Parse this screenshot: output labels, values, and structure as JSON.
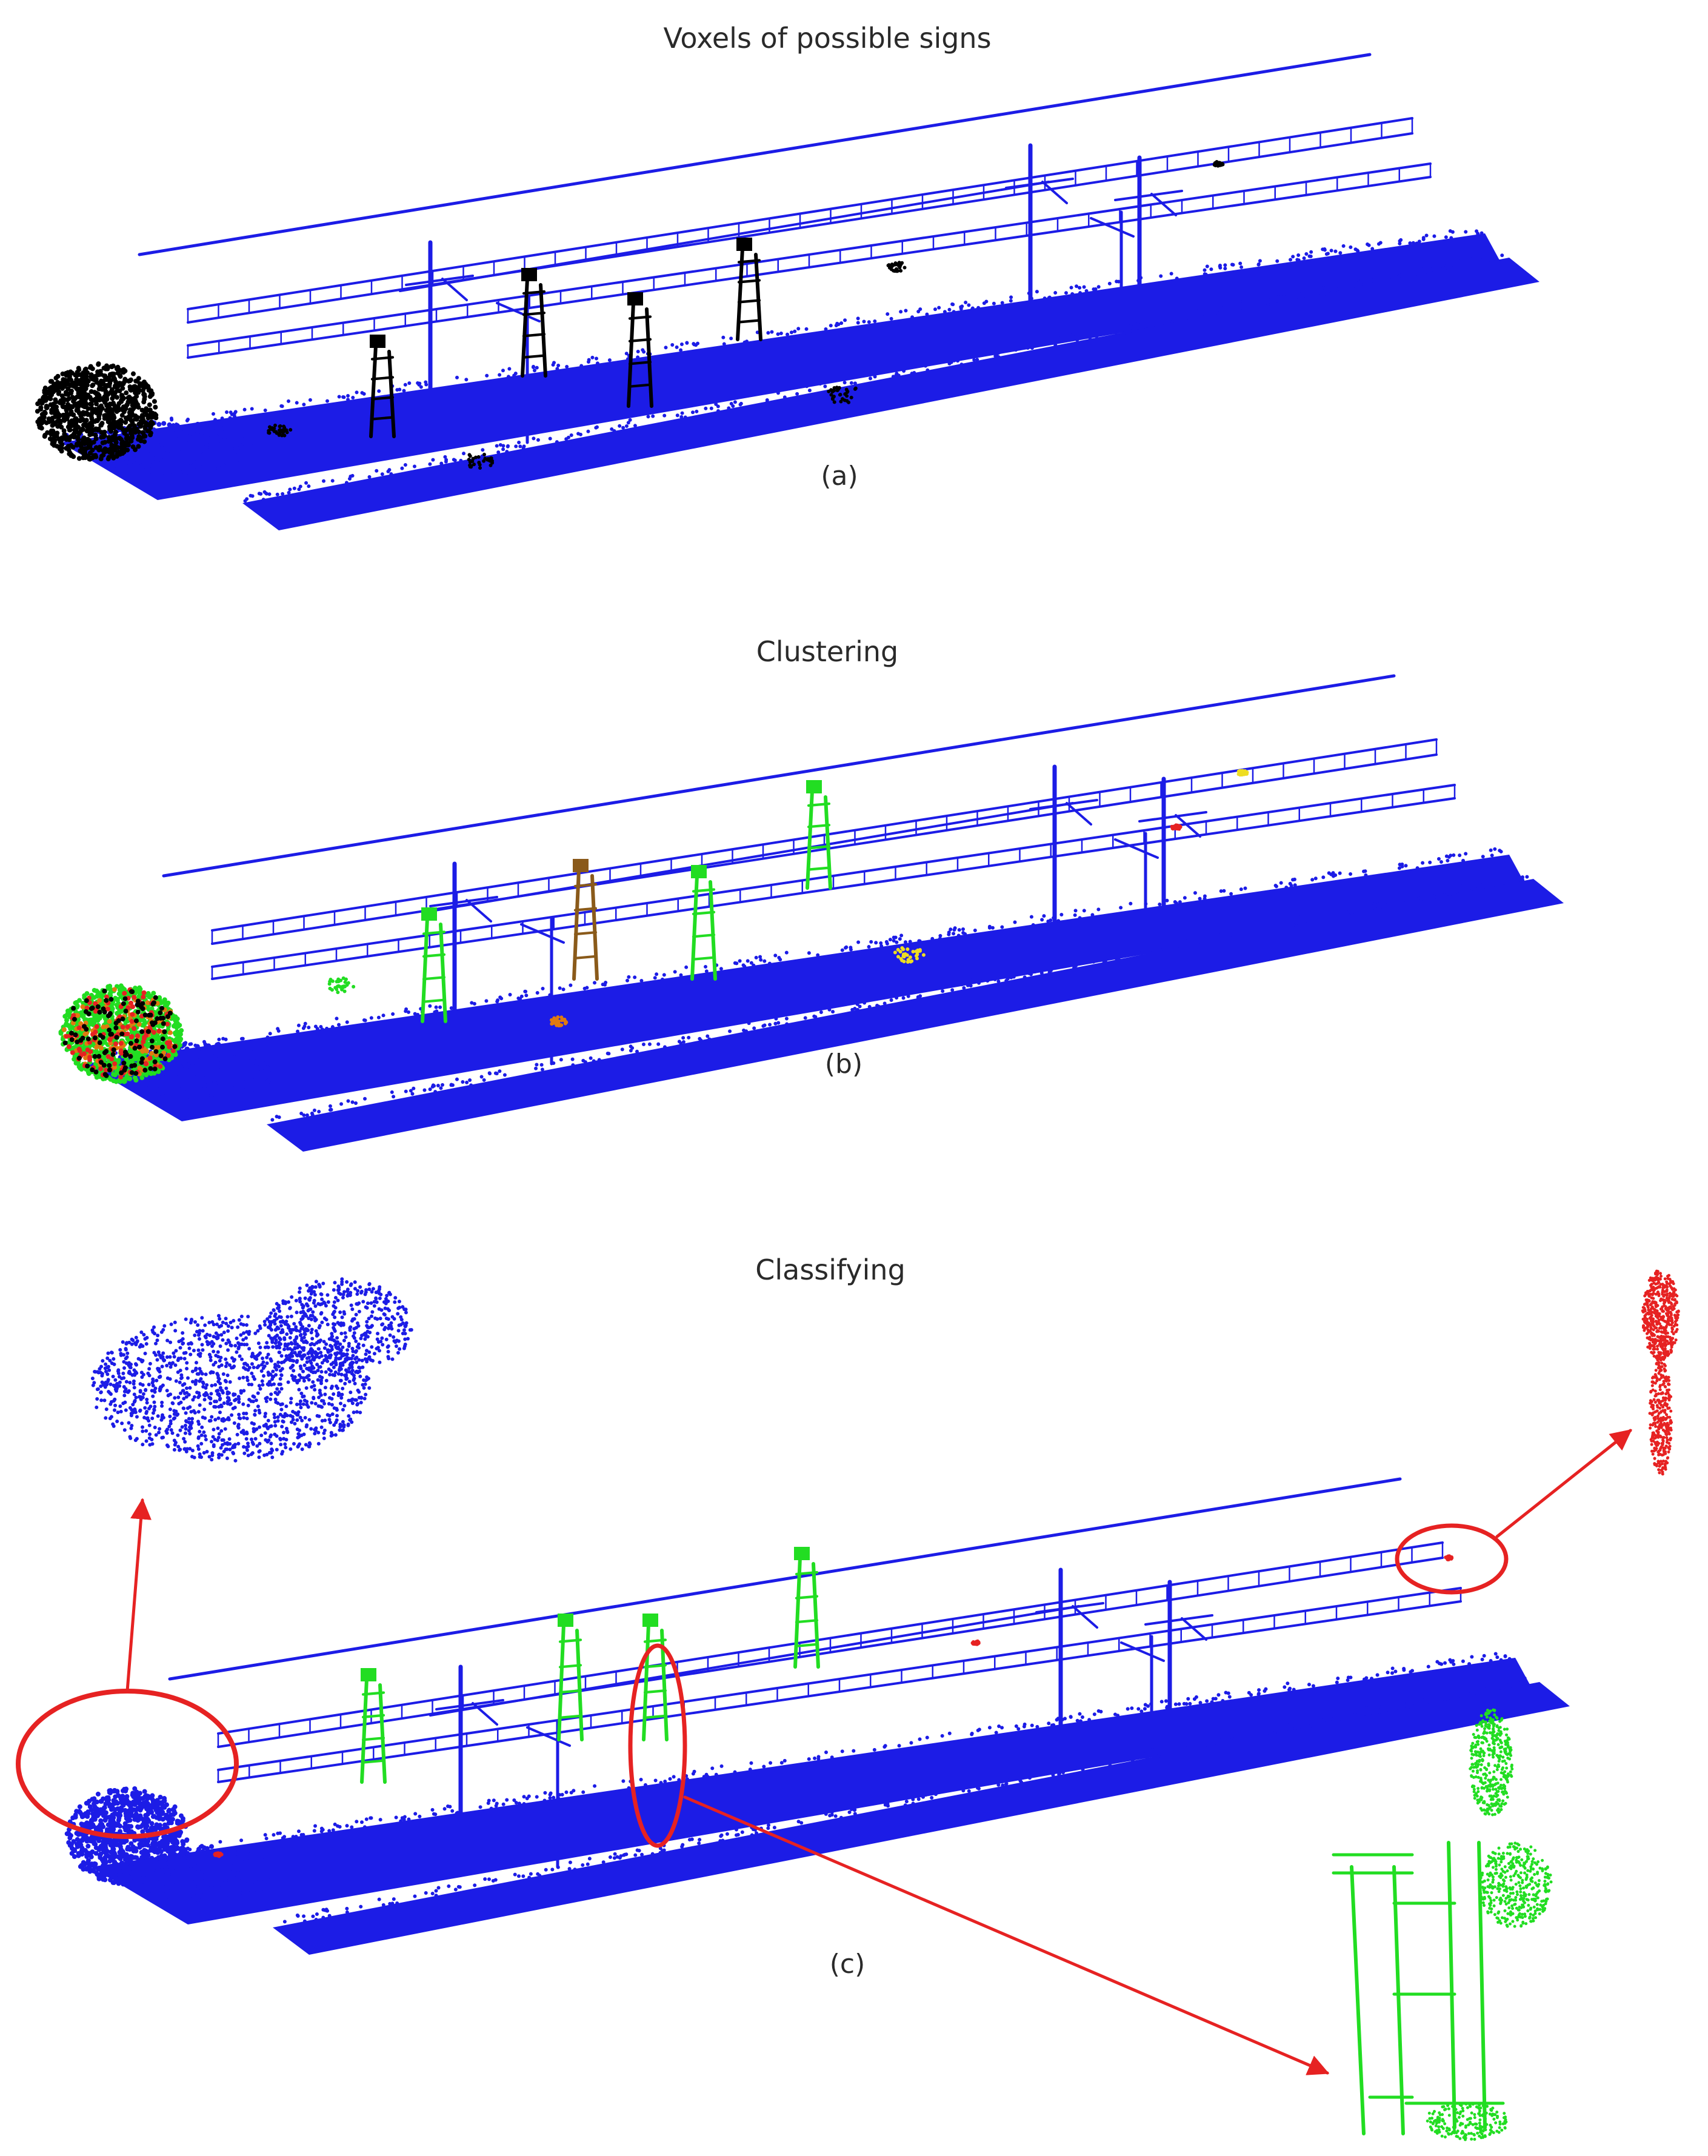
{
  "panels": [
    {
      "id": "a",
      "title": "Voxels of possible signs",
      "label": "(a)"
    },
    {
      "id": "b",
      "title": "Clustering",
      "label": "(b)"
    },
    {
      "id": "c",
      "title": "Classifying",
      "label": "(c)"
    }
  ],
  "colors": {
    "structure": "#1c1ce6",
    "candidate": "#000000",
    "sign": "#22dd22",
    "highlight": "#e62222",
    "cluster_palette": [
      "#22dd22",
      "#8a5a1a",
      "#e07a10",
      "#e62222",
      "#eedd22",
      "#000000"
    ]
  },
  "icons": {
    "callout_arrow": "arrow-icon",
    "callout_ring": "ellipse-icon"
  }
}
